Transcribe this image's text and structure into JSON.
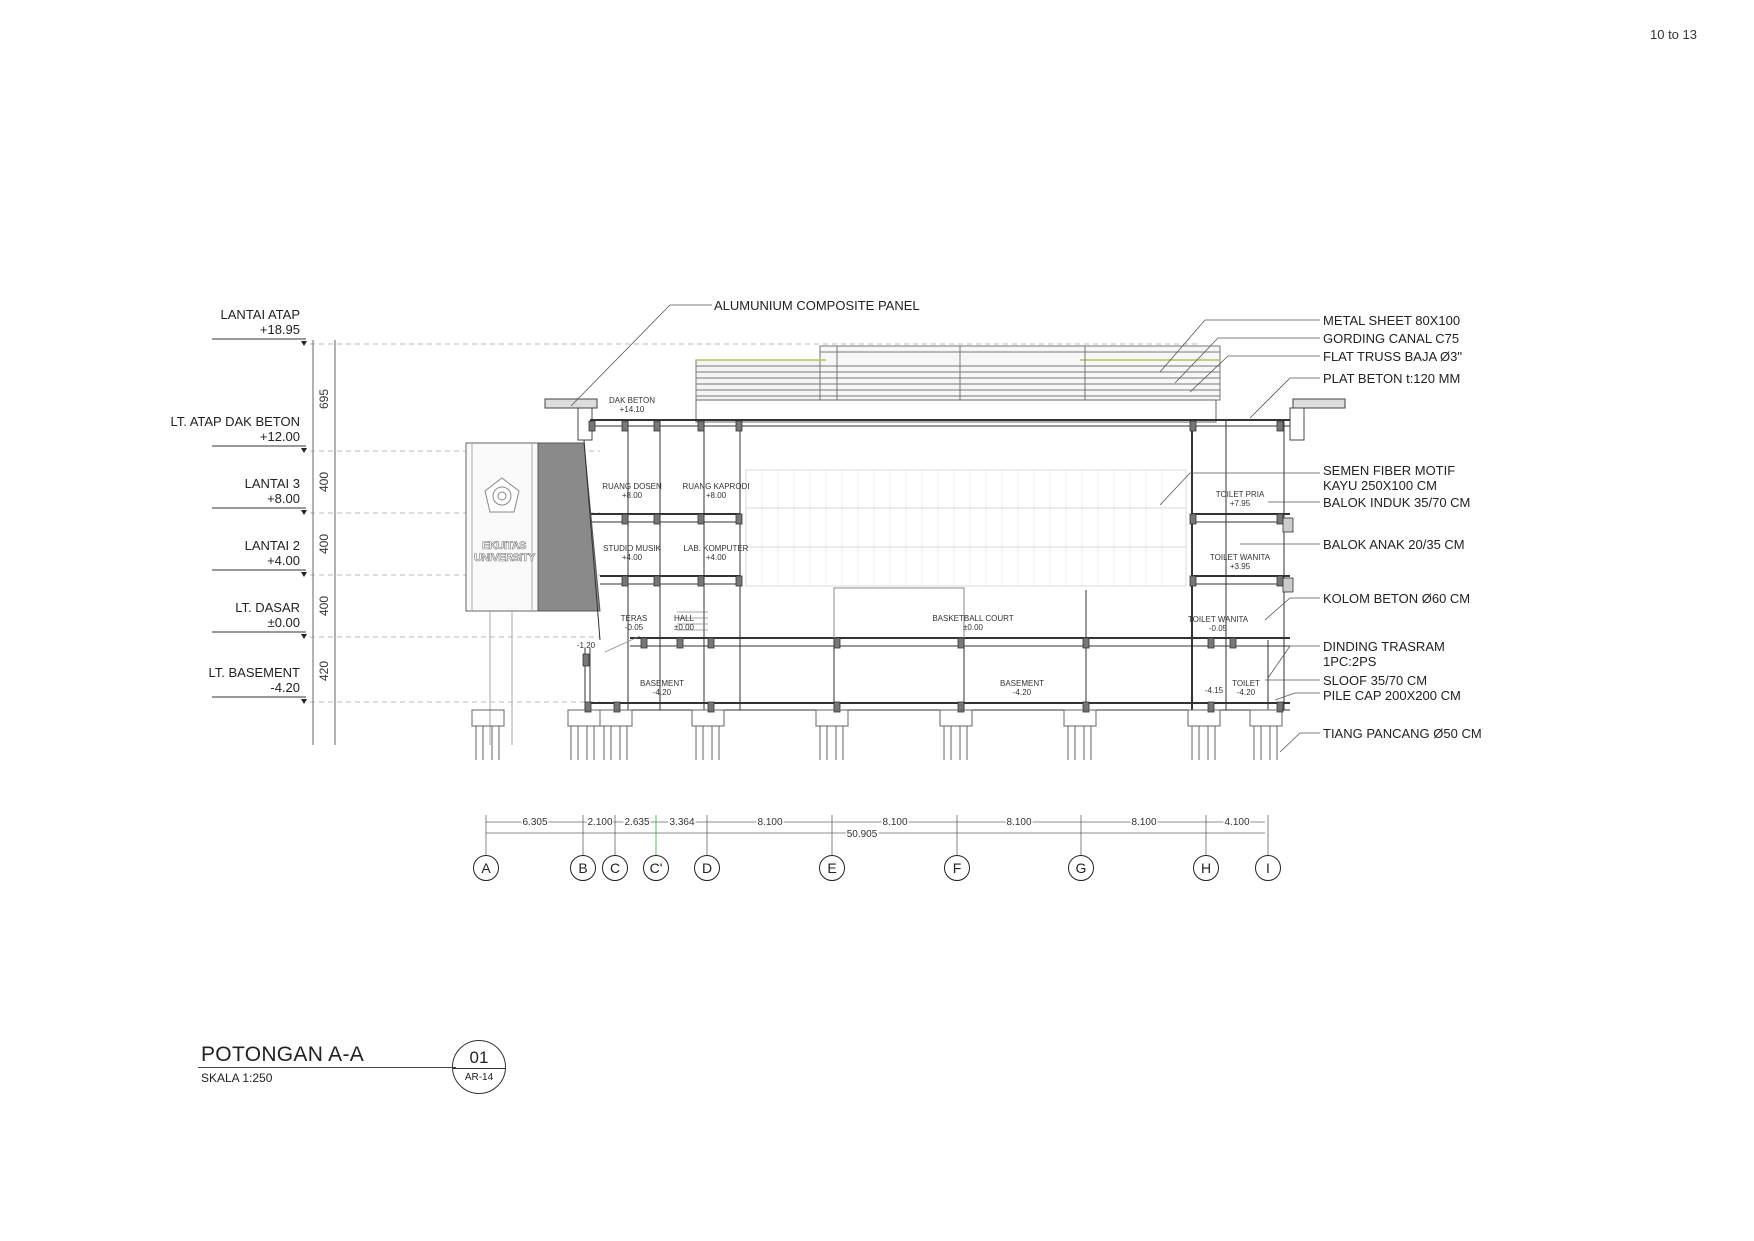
{
  "page": {
    "page_indicator": "10 to 13"
  },
  "title_block": {
    "title": "POTONGAN A-A",
    "scale": "SKALA 1:250",
    "drawing_number": "01",
    "sheet_reference": "AR-14"
  },
  "levels": [
    {
      "name": "LANTAI ATAP",
      "elevation": "+18.95"
    },
    {
      "name": "LT. ATAP DAK BETON",
      "elevation": "+12.00"
    },
    {
      "name": "LANTAI 3",
      "elevation": "+8.00"
    },
    {
      "name": "LANTAI 2",
      "elevation": "+4.00"
    },
    {
      "name": "LT. DASAR",
      "elevation": "±0.00"
    },
    {
      "name": "LT. BASEMENT",
      "elevation": "-4.20"
    }
  ],
  "vertical_dimensions": [
    "695",
    "400",
    "400",
    "400",
    "420"
  ],
  "callouts_top": {
    "aluminium_panel": "ALUMUNIUM COMPOSITE PANEL"
  },
  "callouts_right": [
    "METAL SHEET 80X100",
    "GORDING CANAL C75",
    "FLAT TRUSS BAJA Ø3\"",
    "PLAT BETON t:120 MM",
    "SEMEN FIBER MOTIF",
    "KAYU 250X100 CM",
    "BALOK INDUK 35/70 CM",
    "BALOK ANAK 20/35 CM",
    "KOLOM BETON Ø60 CM",
    "DINDING TRASRAM",
    "1PC:2PS",
    "SLOOF 35/70 CM",
    "PILE CAP 200X200 CM",
    "TIANG PANCANG Ø50 CM"
  ],
  "rooms": [
    {
      "name": "DAK BETON",
      "elevation": "+14.10"
    },
    {
      "name": "RUANG DOSEN",
      "elevation": "+8.00"
    },
    {
      "name": "RUANG KAPRODI",
      "elevation": "+8.00"
    },
    {
      "name": "STUDIO MUSIK",
      "elevation": "+4.00"
    },
    {
      "name": "LAB. KOMPUTER",
      "elevation": "+4.00"
    },
    {
      "name": "TERAS",
      "elevation": "-0.05"
    },
    {
      "name": "HALL",
      "elevation": "±0.00"
    },
    {
      "name": "",
      "elevation": "-1.20"
    },
    {
      "name": "BASEMENT",
      "elevation": "-4.20"
    },
    {
      "name": "BASKETBALL COURT",
      "elevation": "±0.00"
    },
    {
      "name": "BASEMENT",
      "elevation": "-4.20"
    },
    {
      "name": "TOILET PRIA",
      "elevation": "+7.95"
    },
    {
      "name": "TOILET WANITA",
      "elevation": "+3.95"
    },
    {
      "name": "TOILET WANITA",
      "elevation": "-0.05"
    },
    {
      "name": "",
      "elevation": "-4.15"
    },
    {
      "name": "TOILET",
      "elevation": "-4.20"
    }
  ],
  "signage": {
    "line1": "EKUITAS",
    "line2": "UNIVERSITY"
  },
  "grid_dimensions": [
    "6.305",
    "2.100",
    "2.635",
    "3.364",
    "8.100",
    "8.100",
    "8.100",
    "8.100",
    "4.100"
  ],
  "overall_dimension": "50.905",
  "grid_lines": [
    "A",
    "B",
    "C",
    "C'",
    "D",
    "E",
    "F",
    "G",
    "H",
    "I"
  ]
}
